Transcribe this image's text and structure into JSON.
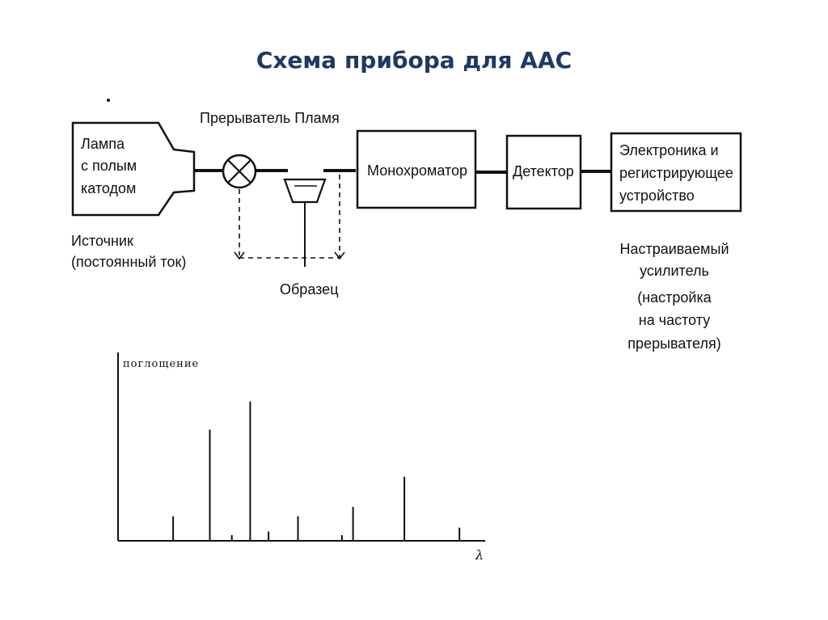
{
  "slide": {
    "title": "Схема прибора для ААС"
  },
  "diagram": {
    "lamp_lines": [
      "Лампа",
      "с полым",
      "катодом"
    ],
    "source_lines": [
      "Источник",
      "(постоянный ток)"
    ],
    "chopper_flame_label": "Прерыватель Пламя",
    "sample_label": "Образец",
    "monochromator_label": "Монохроматор",
    "detector_label": "Детектор",
    "electronics_lines": [
      "Электроника и",
      "регистрирующее",
      "устройство"
    ],
    "amplifier_lines": [
      "Настраиваемый",
      "усилитель",
      "(настройка",
      "на частоту",
      "прерывателя)"
    ]
  },
  "chart_data": {
    "type": "bar",
    "title": "",
    "ylabel": "поглощение",
    "xlabel": "λ",
    "values": [
      0.13,
      0.59,
      0.03,
      0.74,
      0.05,
      0.13,
      0.03,
      0.18,
      0.34,
      0.07
    ],
    "x": [
      0.15,
      0.25,
      0.31,
      0.36,
      0.41,
      0.49,
      0.61,
      0.64,
      0.78,
      0.93
    ],
    "ylim": [
      0,
      1
    ],
    "xlim": [
      0,
      1
    ],
    "grid": false
  }
}
